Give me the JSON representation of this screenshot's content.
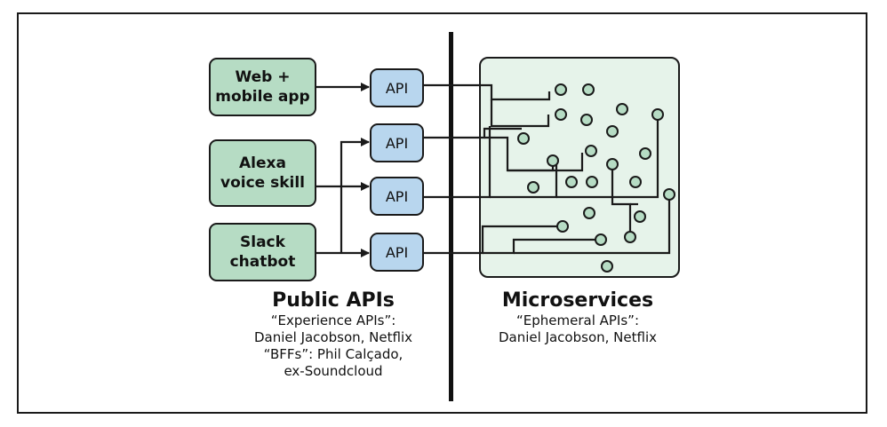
{
  "clients": [
    {
      "label": "Web +\nmobile app"
    },
    {
      "label": "Alexa\nvoice skill"
    },
    {
      "label": "Slack\nchatbot"
    }
  ],
  "apis": [
    {
      "label": "API"
    },
    {
      "label": "API"
    },
    {
      "label": "API"
    },
    {
      "label": "API"
    }
  ],
  "left_section": {
    "title": "Public APIs",
    "line1": "“Experience APIs”:",
    "line2": "Daniel Jacobson, Netflix",
    "line3": "“BFFs”: Phil Calçado,",
    "line4": "ex-Soundcloud"
  },
  "right_section": {
    "title": "Microservices",
    "line1": "“Ephemeral APIs”:",
    "line2": "Daniel Jacobson, Netflix"
  },
  "caption": "",
  "colors": {
    "client_fill": "#b6dcc4",
    "api_fill": "#b8d6ee",
    "microservice_panel_fill": "#e6f3ea",
    "node_fill": "#b6dcc4",
    "stroke": "#1a1a1a"
  }
}
